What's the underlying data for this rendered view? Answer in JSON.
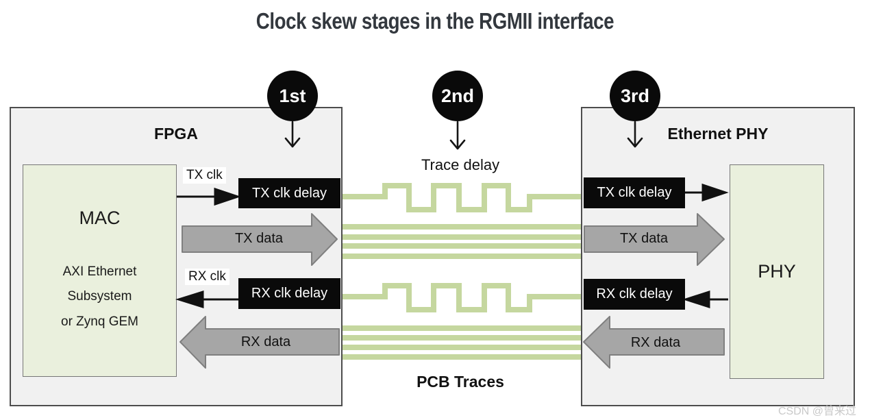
{
  "title": "Clock skew stages in the RGMII interface",
  "stages": [
    {
      "badge": "1st"
    },
    {
      "badge": "2nd"
    },
    {
      "badge": "3rd"
    }
  ],
  "fpga": {
    "title": "FPGA",
    "mac": {
      "title": "MAC",
      "line1": "AXI Ethernet",
      "line2": "Subsystem",
      "line3": "or Zynq GEM"
    },
    "tx_clk_label": "TX clk",
    "tx_clk_delay": "TX clk delay",
    "tx_data": "TX data",
    "rx_clk_label": "RX clk",
    "rx_clk_delay": "RX clk delay",
    "rx_data": "RX data"
  },
  "phy": {
    "title": "Ethernet PHY",
    "chip": "PHY",
    "tx_clk_delay": "TX clk delay",
    "tx_data": "TX data",
    "rx_clk_delay": "RX clk delay",
    "rx_data": "RX data"
  },
  "middle": {
    "trace_delay": "Trace delay",
    "pcb_traces": "PCB Traces"
  },
  "watermark": "CSDN @曾来过",
  "colors": {
    "trace_green": "#c5d79f",
    "box_fill": "#f1f1f1",
    "box_border": "#4d4d4d",
    "chip_fill": "#eaf0dd",
    "badge_black": "#0a0a0a",
    "arrow_gray": "#a6a6a6",
    "arrow_gray_border": "#7f7f7f",
    "title_color": "#33383e"
  }
}
